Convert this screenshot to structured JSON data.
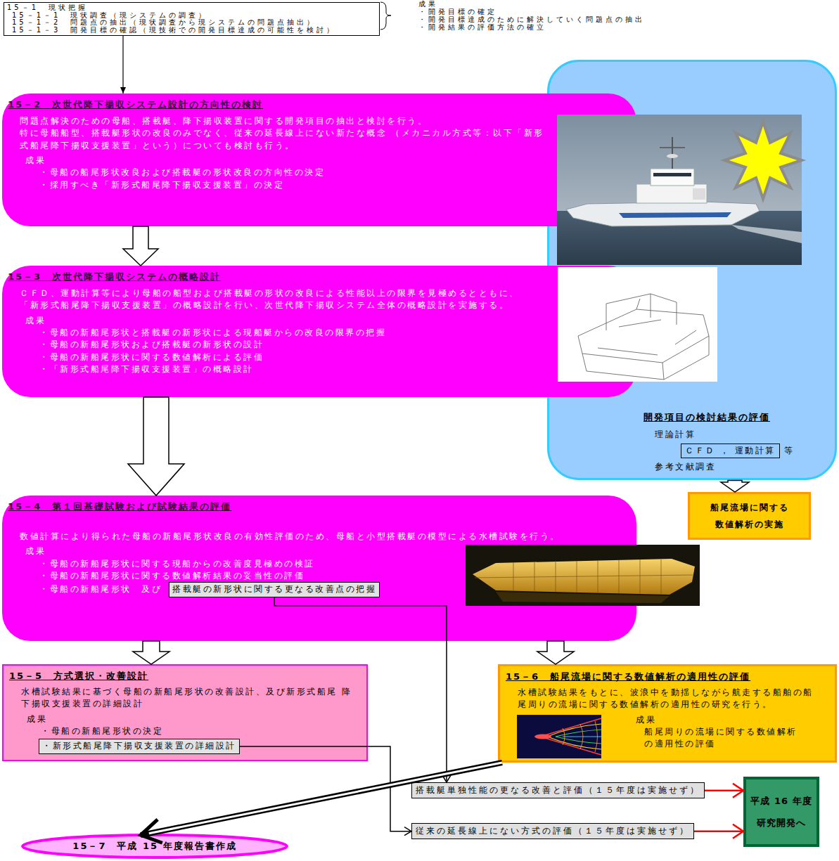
{
  "diagram": {
    "nodes": [
      {
        "text": [
          "15－1　現状把握",
          "15－1－1　現状調査（現システムの調査）",
          "15－1－2　問題点の抽出（現状調査から現システムの問題点抽出）",
          "15－1－3　開発目標の確認（現技術での開発目標達成の可能性を検討）"
        ]
      },
      {
        "text": [
          "開発項目の検討結果の評価",
          "理論計算",
          "等",
          "参考文献調査"
        ]
      },
      {
        "text": [
          "ＣＦＤ ， 運動計算"
        ],
        "in": 1
      },
      {
        "text": [
          "15－2　次世代降下揚収システム設計の方向性の検討",
          "問題点解決のための母船、搭載艇、降下揚収装置に関する開発項目の抽出と検討を行う。",
          "特に母船船型、搭載艇形状の改良のみでなく、従来の延長線上にない新たな概念 （メカニカル方式等：以下「新形式船尾降下揚収支援装置」という）についても検討も行う。",
          "成果",
          "・母船の船尾形状改良および搭載艇の形状改良の方向性の決定",
          "・採用すべき「新形式船尾降下揚収支援装置」の決定"
        ]
      },
      {
        "text": [
          "15－3　次世代降下揚収システムの概略設計",
          "ＣＦＤ、運動計算等により母船の船型および搭載艇の形状の改良による性能以上の限界を見極めるとともに、 「新形式船尾降下揚収支援装置」の概略設計を行い、次世代降下揚収システム全体の概略設計を実施する。",
          "成果",
          "・母船の新船尾形状と搭載艇の新形状による現船艇からの改良の限界の把握",
          "・母船の新船尾形状および搭載艇の新形状の設計",
          "・母船の新船尾形状に関する数値解析による評価",
          "・「新形式船尾降下揚収支援装置」の概略設計"
        ]
      },
      {
        "text": [
          "船尾流場に関する 数値解析の実施"
        ]
      },
      {
        "text": [
          "15－4　第１回基礎試験および試験結果の評価",
          "数値計算により得られた母船の新船尾形状改良の有効性評価のため、母船と小型搭載艇の模型による水槽試験を行う。",
          "成果",
          "・母船の新船尾形状に関する現船からの改善度見極めの検証",
          "・母船の新船尾形状に関する数値解析結果の妥当性の評価",
          "・母船の新船尾形状　及び"
        ]
      },
      {
        "text": [
          "搭載艇の新形状に関する更なる改善点の把握"
        ],
        "in": 6
      },
      {
        "text": [
          "15－5　方式選択・改善設計",
          "水槽試験結果に基づく母船の新船尾形状の改善設計、及び新形式船尾 降下揚収支援装置の詳細設計",
          "成果",
          "・母船の新船尾形状の決定"
        ]
      },
      {
        "text": [
          "・新形式船尾降下揚収支援装置の詳細設計"
        ],
        "in": 8
      },
      {
        "text": [
          "15－6　船尾流場に関する数値解析の適用性の評価",
          "水槽試験結果をもとに、波浪中を動揺しながら航走する船舶の船 尾周りの流場に関する数値解析の適用性の研究を行う。",
          "成果",
          "船尾周りの流場に関する数値解析 の適用性の評価"
        ]
      },
      {
        "text": [
          "搭載艇単独性能の更なる改善と評価（１５年度は実施せず）"
        ]
      },
      {
        "text": [
          "従来の延長線上にない方式の評価（１５年度は実施せず）"
        ]
      },
      {
        "text": [
          "平成 16 年度 研究開発へ"
        ]
      },
      {
        "text": [
          "15－7　平成 15 年度報告書作成"
        ]
      }
    ],
    "edges": [
      {
        "from": 0,
        "to": 3,
        "arrow": "to"
      },
      {
        "from": 3,
        "to": 4,
        "arrow": "to"
      },
      {
        "from": 4,
        "to": 6,
        "arrow": "to"
      },
      {
        "from": 1,
        "to": 5,
        "arrow": "to"
      },
      {
        "from": 6,
        "to": 8,
        "arrow": "to"
      },
      {
        "from": 6,
        "to": 10,
        "arrow": "to"
      },
      {
        "from": 7,
        "to": 11,
        "arrow": "to"
      },
      {
        "from": 9,
        "to": 12,
        "arrow": "to"
      },
      {
        "from": 10,
        "to": 14,
        "arrow": "to"
      },
      {
        "from": 11,
        "to": 13,
        "arrow": "to"
      },
      {
        "from": 12,
        "to": 13,
        "arrow": "to"
      }
    ],
    "labels": [
      "成果",
      "・開発目標の確定",
      "・開発目標達成のために解決していく問題点の抽出",
      "・開発結果の評価方法の確立"
    ]
  }
}
